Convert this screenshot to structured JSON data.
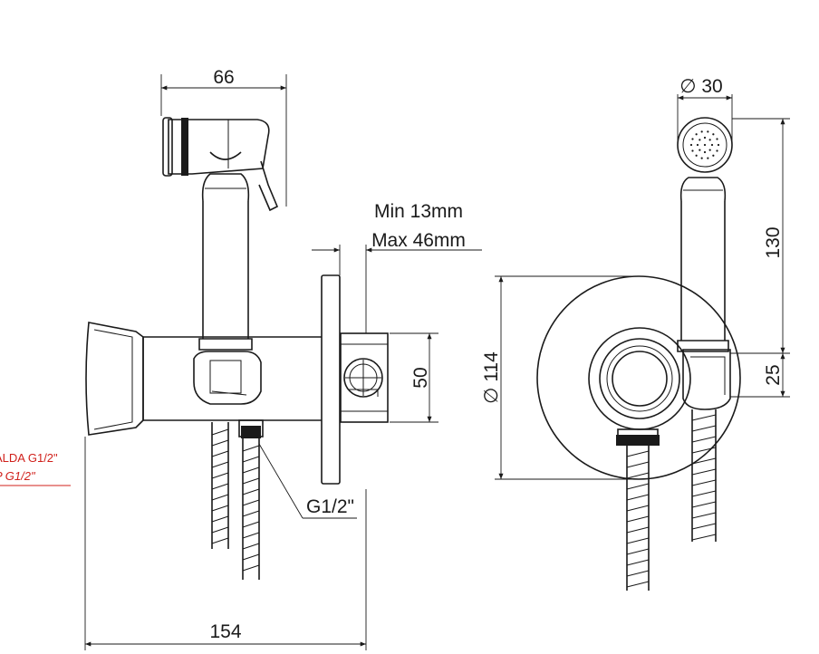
{
  "dimensions": {
    "top_width": "66",
    "bottom_width": "154",
    "wall_min": "Min 13mm",
    "wall_max": "Max 46mm",
    "body_height": "50",
    "thread_label": "G1/2\"",
    "head_diameter": "∅ 30",
    "plate_diameter": "∅ 114",
    "total_height": "130",
    "offset_height": "25"
  },
  "side_notes": {
    "line1": "ALDA G1/2\"",
    "line2": "P G1/2\""
  }
}
